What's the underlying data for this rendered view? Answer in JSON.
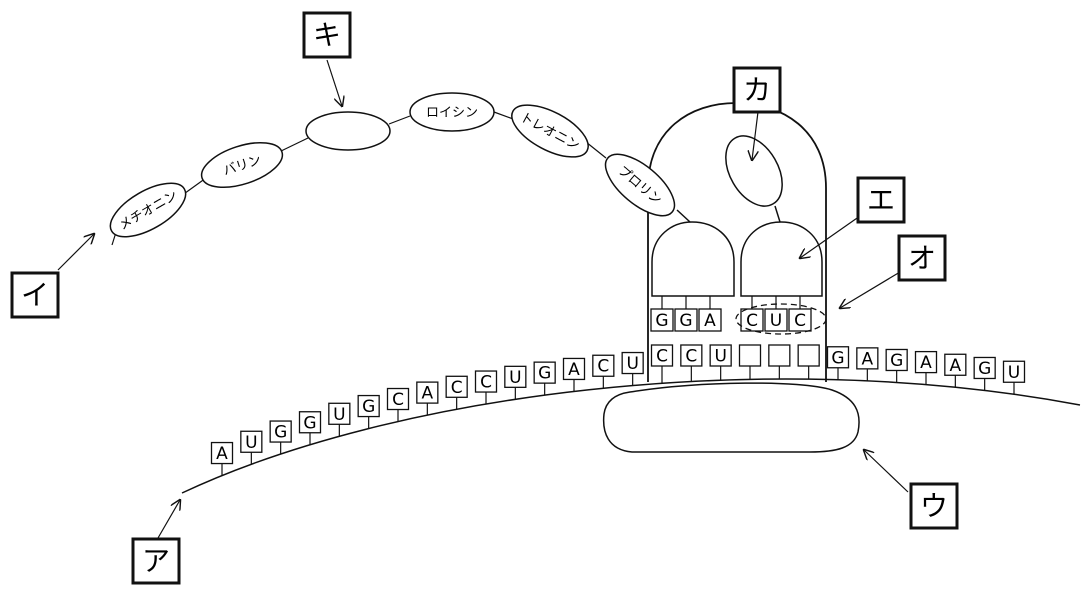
{
  "labels": {
    "a": "ア",
    "i": "イ",
    "u": "ウ",
    "e": "エ",
    "o": "オ",
    "ka": "カ",
    "ki": "キ"
  },
  "mrna": {
    "bases": [
      "A",
      "U",
      "G",
      "G",
      "U",
      "G",
      "C",
      "A",
      "C",
      "C",
      "U",
      "G",
      "A",
      "C",
      "U",
      "C",
      "C",
      "U",
      "",
      "",
      "",
      "G",
      "A",
      "G",
      "A",
      "A",
      "G",
      "U"
    ]
  },
  "trna": {
    "anticodons": [
      "G",
      "G",
      "A",
      "C",
      "U",
      "C"
    ]
  },
  "peptide": {
    "residues": [
      "メチオニン",
      "バリン",
      "",
      "ロイシン",
      "トレオニン",
      "プロリン"
    ]
  }
}
